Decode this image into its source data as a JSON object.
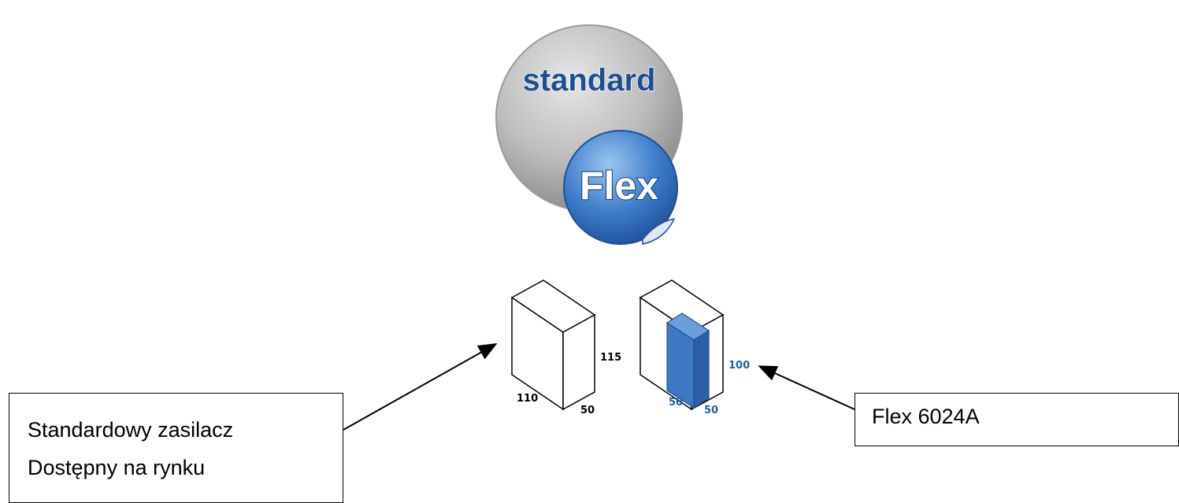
{
  "logo": {
    "word_top": "standard",
    "word_badge": "Flex"
  },
  "boxes": {
    "standard": {
      "height": "115",
      "width": "110",
      "depth": "50"
    },
    "flex": {
      "height": "100",
      "width": "50",
      "depth": "50"
    }
  },
  "callouts": {
    "left": {
      "line1": "Standardowy zasilacz",
      "line2": "Dostępny na rynku"
    },
    "right": {
      "text": "Flex 6024A"
    }
  },
  "colors": {
    "flex_blue": "#3d79c2",
    "dim_blue": "#1f5ea8",
    "logo_gray": "#b9b9b9"
  }
}
